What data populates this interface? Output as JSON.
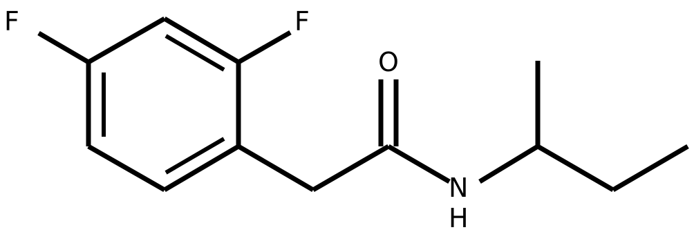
{
  "molecule": {
    "atoms": [
      {
        "id": "F1",
        "label": "F"
      },
      {
        "id": "F2",
        "label": "F"
      },
      {
        "id": "O1",
        "label": "O"
      },
      {
        "id": "N1",
        "label": "N"
      },
      {
        "id": "H1",
        "label": "H"
      }
    ]
  }
}
